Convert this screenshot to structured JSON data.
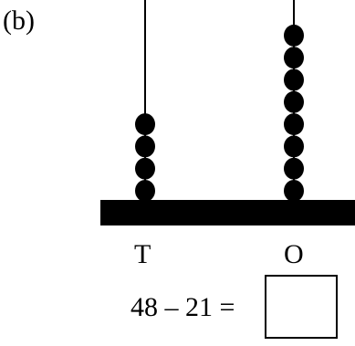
{
  "part_label": "(b)",
  "abacus": {
    "place_labels": [
      "T",
      "O"
    ],
    "bead_counts": {
      "tens": 4,
      "ones": 8
    }
  },
  "equation": {
    "text": "48 – 21 =",
    "answer": ""
  }
}
